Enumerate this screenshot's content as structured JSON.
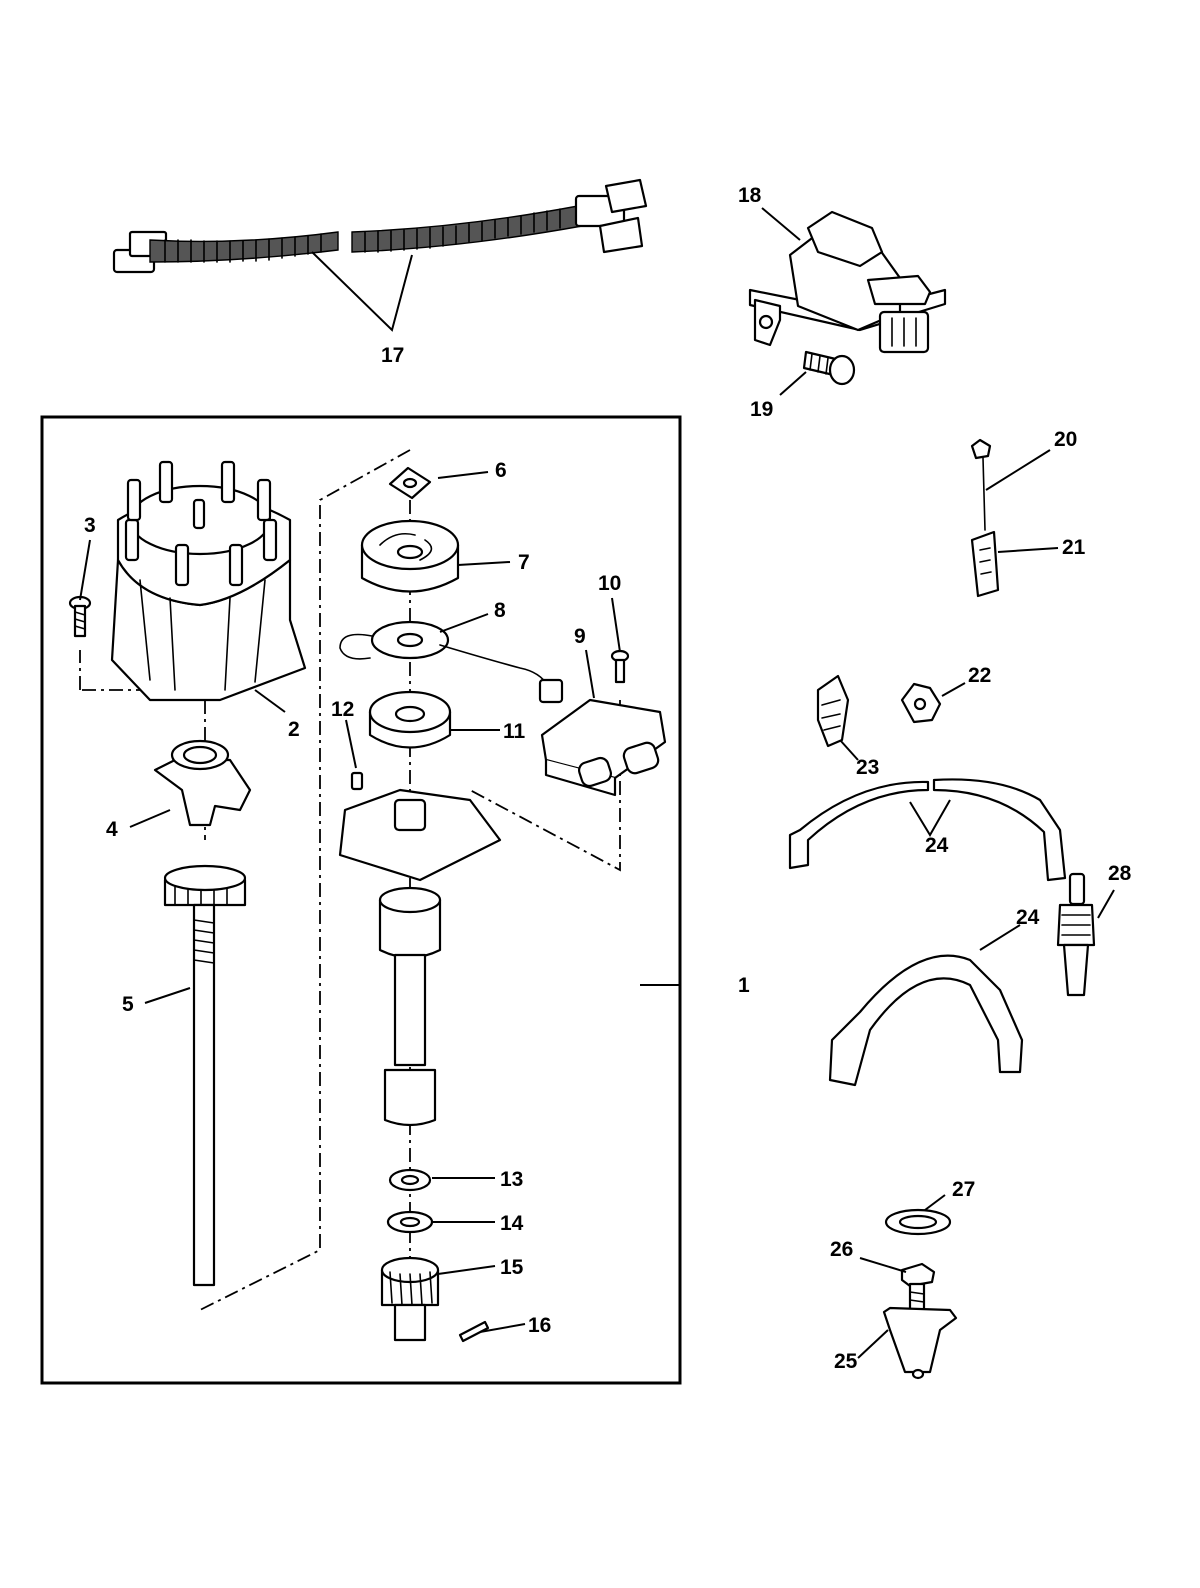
{
  "callouts": {
    "c1": "1",
    "c2": "2",
    "c3": "3",
    "c4": "4",
    "c5": "5",
    "c6": "6",
    "c7": "7",
    "c8": "8",
    "c9": "9",
    "c10": "10",
    "c11": "11",
    "c12": "12",
    "c13": "13",
    "c14": "14",
    "c15": "15",
    "c16": "16",
    "c17": "17",
    "c18": "18",
    "c19": "19",
    "c20": "20",
    "c21": "21",
    "c22": "22",
    "c23": "23",
    "c24a": "24",
    "c24b": "24",
    "c25": "25",
    "c26": "26",
    "c27": "27",
    "c28": "28"
  }
}
